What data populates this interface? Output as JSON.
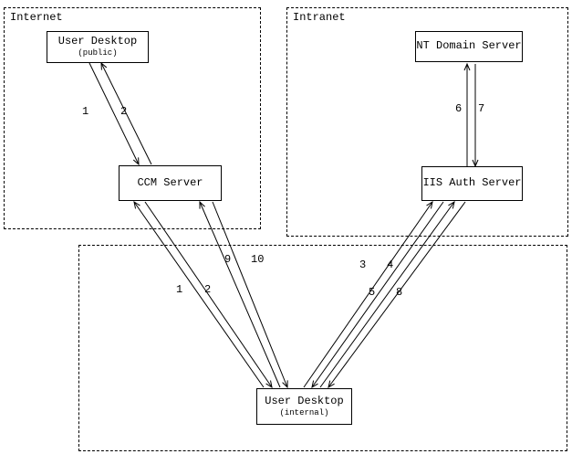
{
  "diagram": {
    "colors": {
      "background": "#ffffff",
      "line": "#000000",
      "text": "#000000"
    },
    "zones": {
      "internet": {
        "label": "Internet"
      },
      "intranet": {
        "label": "Intranet"
      }
    },
    "nodes": {
      "user_desktop_public": {
        "label": "User Desktop",
        "sublabel": "(public)"
      },
      "ccm_server": {
        "label": "CCM Server"
      },
      "nt_domain_server": {
        "label": "NT Domain Server"
      },
      "iis_auth_server": {
        "label": "IIS Auth Server"
      },
      "user_desktop_internal": {
        "label": "User Desktop",
        "sublabel": "(internal)"
      }
    },
    "edges": {
      "public_desktop_to_ccm": {
        "label": "1",
        "from": "User Desktop (public)",
        "to": "CCM Server"
      },
      "ccm_to_public_desktop": {
        "label": "2",
        "from": "CCM Server",
        "to": "User Desktop (public)"
      },
      "internal_desktop_to_iis": {
        "label": "3",
        "from": "User Desktop (internal)",
        "to": "IIS Auth Server"
      },
      "iis_to_internal_desktop": {
        "label": "4",
        "from": "IIS Auth Server",
        "to": "User Desktop (internal)"
      },
      "internal_desktop_to_iis_2": {
        "label": "5",
        "from": "User Desktop (internal)",
        "to": "IIS Auth Server"
      },
      "iis_to_nt": {
        "label": "6",
        "from": "IIS Auth Server",
        "to": "NT Domain Server"
      },
      "nt_to_iis": {
        "label": "7",
        "from": "NT Domain Server",
        "to": "IIS Auth Server"
      },
      "iis_to_internal_desktop_2": {
        "label": "8",
        "from": "IIS Auth Server",
        "to": "User Desktop (internal)"
      },
      "internal_desktop_to_ccm_2": {
        "label": "9",
        "from": "User Desktop (internal)",
        "to": "CCM Server"
      },
      "ccm_to_internal_desktop_2": {
        "label": "10",
        "from": "CCM Server",
        "to": "User Desktop (internal)"
      },
      "internal_desktop_to_ccm": {
        "label": "1",
        "from": "User Desktop (internal)",
        "to": "CCM Server"
      },
      "ccm_to_internal_desktop": {
        "label": "2",
        "from": "CCM Server",
        "to": "User Desktop (internal)"
      }
    }
  }
}
